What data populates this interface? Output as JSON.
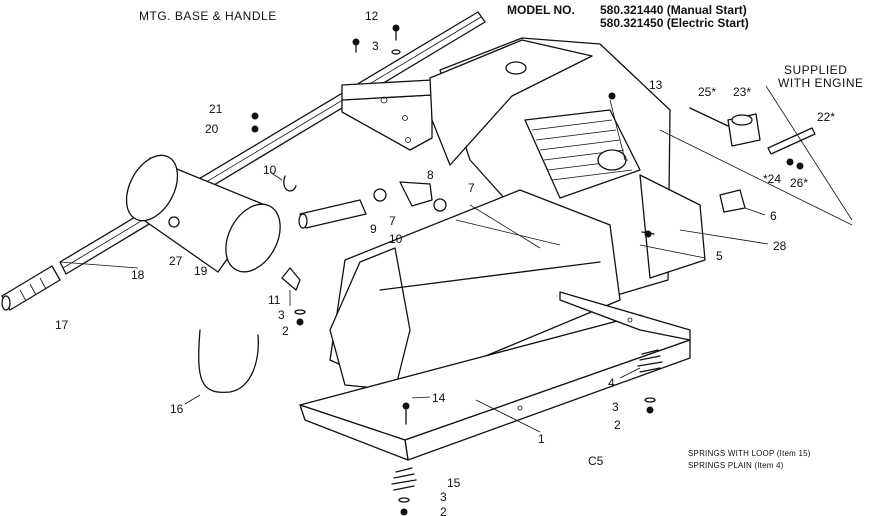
{
  "header": {
    "title": "MTG. BASE &  HANDLE",
    "model_label": "MODEL NO.",
    "model_1": "580.321440 (Manual Start)",
    "model_2": "580.321450 (Electric Start)"
  },
  "notes": {
    "supplied_line1": "SUPPLIED",
    "supplied_line2": "WITH ENGINE",
    "springs_loop": "SPRINGS WITH LOOP (Item 15)",
    "springs_plain": "SPRINGS PLAIN (Item 4)",
    "figure_code": "C5"
  },
  "callouts": {
    "c1": "1",
    "c2a": "2",
    "c2b": "2",
    "c2c": "2",
    "c3a": "3",
    "c3b": "3",
    "c3c": "3",
    "c3d": "3",
    "c4": "4",
    "c5": "5",
    "c6": "6",
    "c7a": "7",
    "c7b": "7",
    "c8": "8",
    "c9": "9",
    "c10a": "10",
    "c10b": "10",
    "c11": "11",
    "c12": "12",
    "c13": "13",
    "c14": "14",
    "c15": "15",
    "c16": "16",
    "c17": "17",
    "c18": "18",
    "c19": "19",
    "c20": "20",
    "c21": "21",
    "c22": "22*",
    "c23": "23*",
    "c24": "*24",
    "c25": "25*",
    "c26": "26*",
    "c27": "27",
    "c28": "28"
  }
}
